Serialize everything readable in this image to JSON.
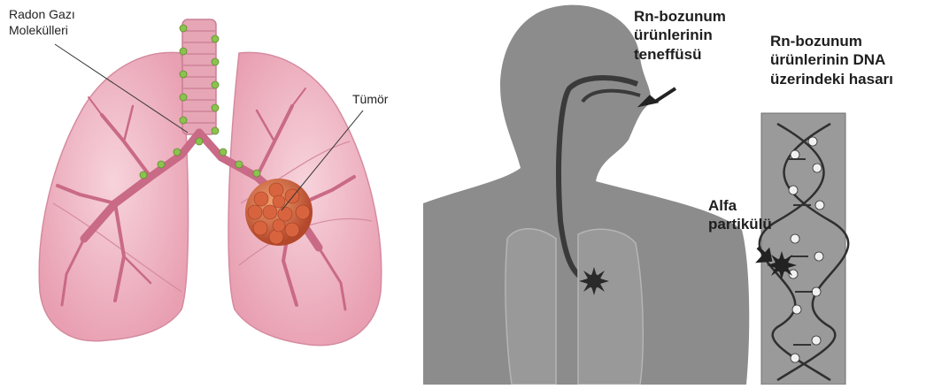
{
  "left_illustration": {
    "label_radon": "Radon Gazı\nMolekülleri",
    "label_tumor": "Tümör"
  },
  "right_illustration": {
    "label_inhalation": "Rn-bozunum\nürünlerinin\nteneffüsü",
    "label_dna_damage": "Rn-bozunum\nürünlerinin DNA\nüzerindeki hasarı",
    "label_alpha": "Alfa\npartikülü"
  },
  "colors": {
    "lung_pink": "#f2b9c6",
    "bronchi": "#c96a86",
    "radon_dots": "#8cc24f",
    "tumor": "#c85b3a",
    "silhouette": "#8c8c8c",
    "dna_panel": "#9a9a9a"
  }
}
